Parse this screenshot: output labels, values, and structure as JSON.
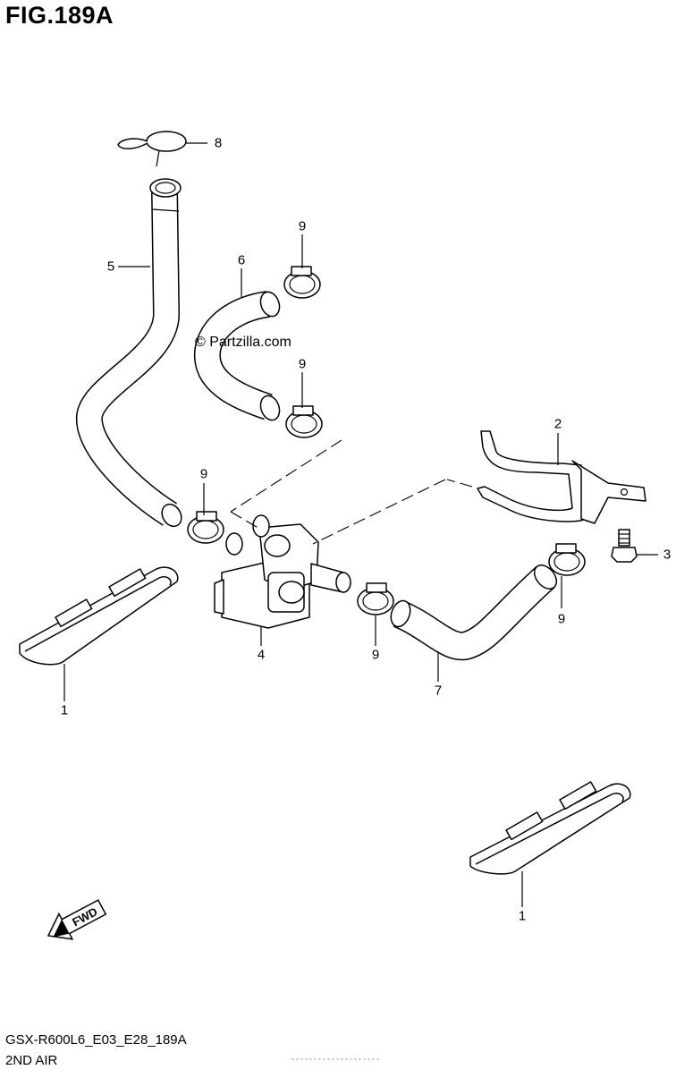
{
  "header": {
    "figure_title": "FIG.189A"
  },
  "footer": {
    "model_code": "GSX-R600L6_E03_E28_189A",
    "section_name": "2ND AIR"
  },
  "watermark": {
    "text": "© Partzilla.com"
  },
  "fwd_arrow": {
    "label": "FWD"
  },
  "callouts": [
    {
      "id": "c8",
      "label": "8"
    },
    {
      "id": "c5",
      "label": "5"
    },
    {
      "id": "c6",
      "label": "6"
    },
    {
      "id": "c9a",
      "label": "9"
    },
    {
      "id": "c9b",
      "label": "9"
    },
    {
      "id": "c2",
      "label": "2"
    },
    {
      "id": "c9c",
      "label": "9"
    },
    {
      "id": "c3",
      "label": "3"
    },
    {
      "id": "c9d",
      "label": "9"
    },
    {
      "id": "c4",
      "label": "4"
    },
    {
      "id": "c9e",
      "label": "9"
    },
    {
      "id": "c7",
      "label": "7"
    },
    {
      "id": "c1a",
      "label": "1"
    },
    {
      "id": "c1b",
      "label": "1"
    }
  ]
}
